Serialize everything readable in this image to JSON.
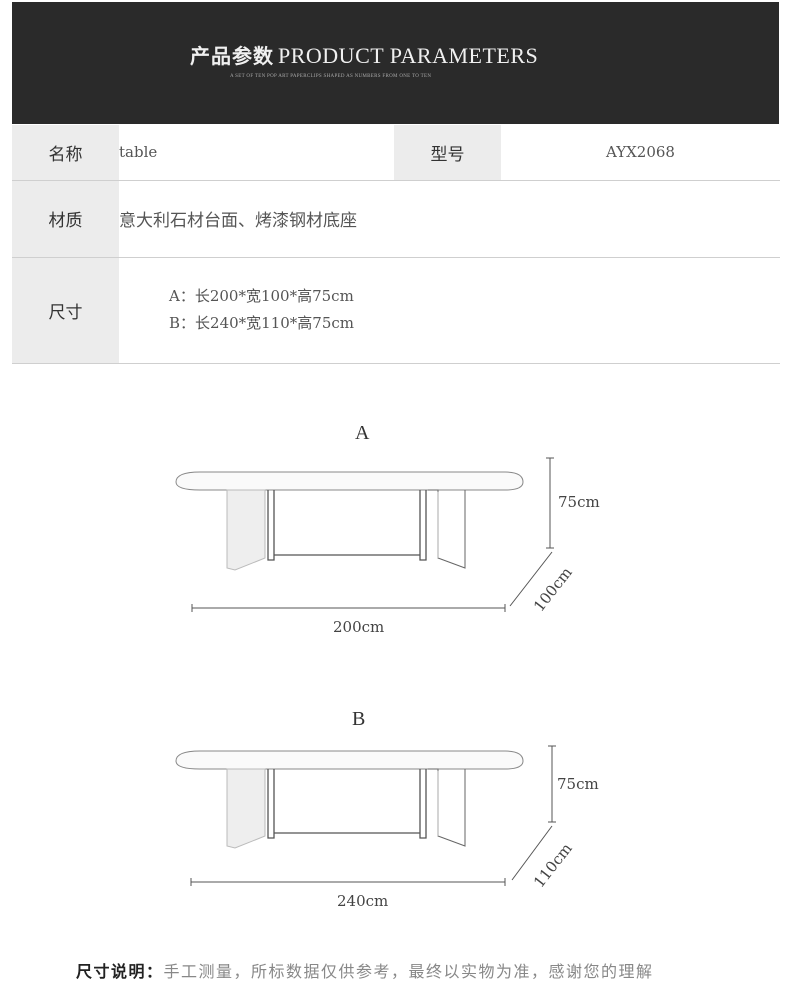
{
  "banner": {
    "title_cn": "产品参数",
    "title_en": "PRODUCT PARAMETERS",
    "subtitle": "A SET OF TEN POP ART PAPERCLIPS SHAPED AS NUMBERS FROM ONE TO TEN"
  },
  "params": {
    "name_label": "名称",
    "name_value": "table",
    "model_label": "型号",
    "model_value": "AYX2068",
    "material_label": "材质",
    "material_value": "意大利石材台面、烤漆钢材底座",
    "size_label": "尺寸",
    "size_a": "A：长200*宽100*高75cm",
    "size_b": "B：长240*宽110*高75cm"
  },
  "diagrams": [
    {
      "letter": "A",
      "length": "200cm",
      "width": "100cm",
      "height": "75cm"
    },
    {
      "letter": "B",
      "length": "240cm",
      "width": "110cm",
      "height": "75cm"
    }
  ],
  "note": {
    "label": "尺寸说明：",
    "text": "手工测量，所标数据仅供参考，最终以实物为准，感谢您的理解"
  }
}
